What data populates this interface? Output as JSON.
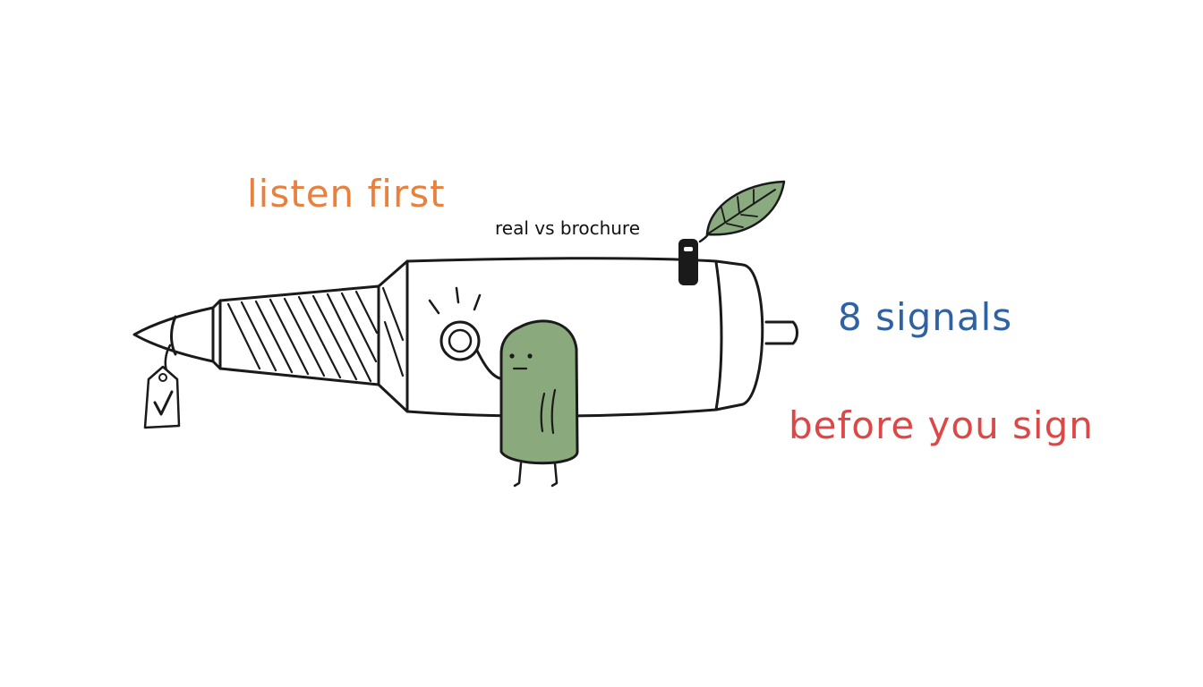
{
  "labels": {
    "listen_first": "listen first",
    "real_vs_brochure": "real vs brochure",
    "eight_signals": "8 signals",
    "before_you_sign": "before you sign"
  },
  "colors": {
    "listen_first": "#e8813e",
    "eight_signals": "#2f62a2",
    "before_you_sign": "#dc4848",
    "creature_fill": "#8aaa7d",
    "leaf_fill": "#89ab7f",
    "ink": "#1a1a1a"
  },
  "icons": {
    "tag": "checkmark-tag-icon",
    "leaf": "leaf-icon",
    "stethoscope": "stethoscope-icon"
  }
}
